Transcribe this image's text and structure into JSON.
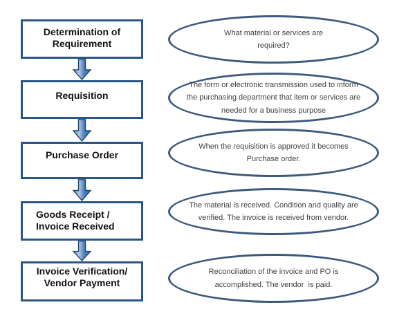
{
  "colors": {
    "box_border": "#2b5585",
    "ellipse_border": "#3d5a7d",
    "arrow_fill": "#4f81bd",
    "arrow_highlight": "#b3cbe8",
    "arrow_dark": "#3a679e",
    "arrow_outline": "#24476e",
    "box_text": "#121212",
    "note_text": "#3f3f3f"
  },
  "steps": [
    {
      "id": "determination",
      "box_lines": [
        "Determination of",
        "Requirement"
      ],
      "note_lines": [
        "What material or services are",
        "required?"
      ]
    },
    {
      "id": "requisition",
      "box_lines": [
        "Requisition"
      ],
      "note_lines": [
        "The form or electronic transmission used to inform",
        "the purchasing department that item or services are",
        "needed for a business purpose"
      ]
    },
    {
      "id": "purchase-order",
      "box_lines": [
        "Purchase Order"
      ],
      "note_lines": [
        "When the requisition is approved it becomes",
        "Purchase order."
      ]
    },
    {
      "id": "goods-receipt",
      "box_lines": [
        "Goods Receipt /",
        "Invoice Received"
      ],
      "note_lines": [
        "The material is received. Condition and quality are",
        "verified. The invoice is received from vendor."
      ]
    },
    {
      "id": "invoice-verification",
      "box_lines": [
        "Invoice Verification/",
        "Vendor Payment"
      ],
      "note_lines": [
        "Reconciliation of the invoice and PO is",
        "accomplished. The vendor  is paid."
      ]
    }
  ]
}
